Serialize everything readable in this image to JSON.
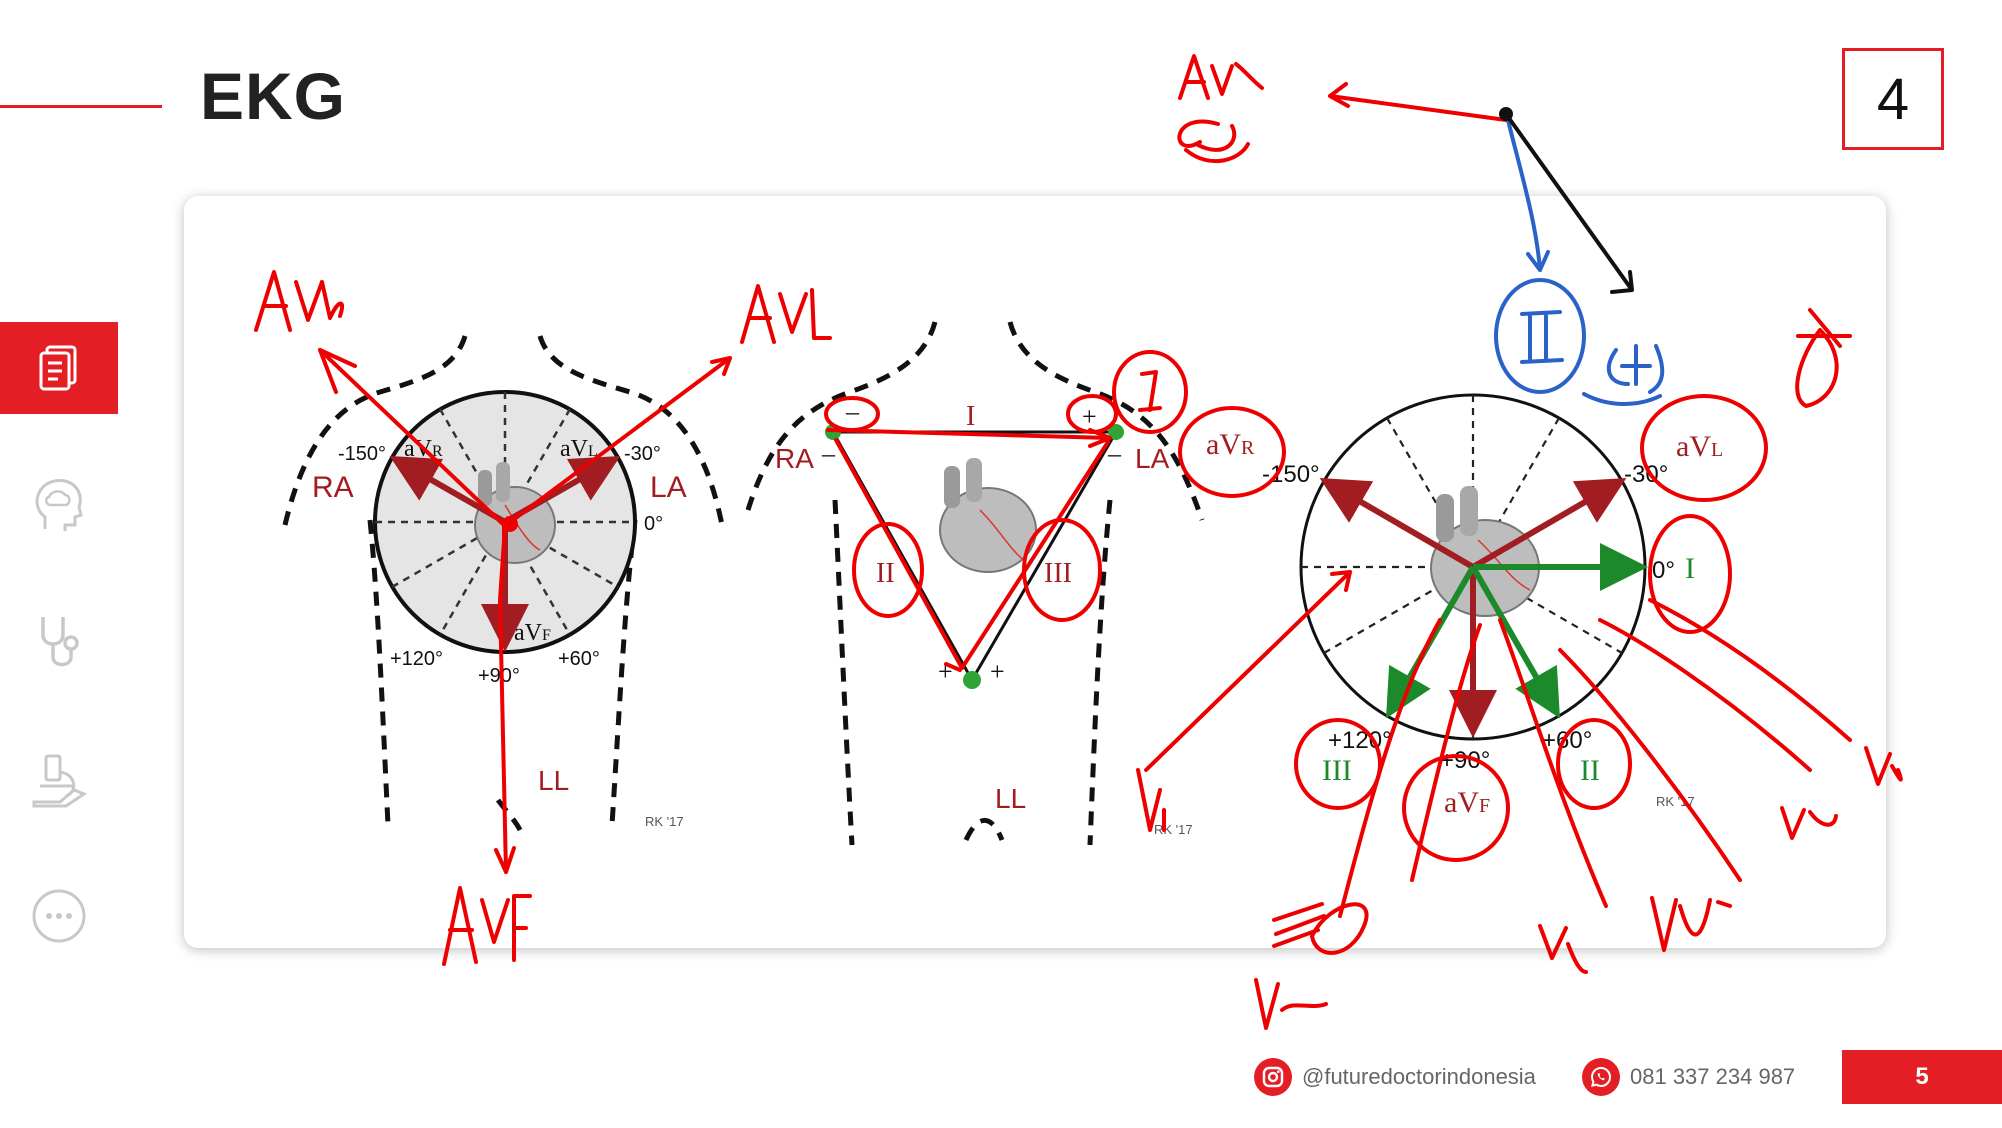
{
  "header": {
    "title": "EKG",
    "slide_number": "4"
  },
  "sidebar": {
    "items": [
      {
        "icon": "document-icon",
        "active": true
      },
      {
        "icon": "brain-head-icon",
        "active": false
      },
      {
        "icon": "stethoscope-icon",
        "active": false
      },
      {
        "icon": "microscope-icon",
        "active": false
      },
      {
        "icon": "more-icon",
        "active": false
      }
    ]
  },
  "diagram_left": {
    "limbs": {
      "ra": "RA",
      "la": "LA",
      "ll": "LL"
    },
    "angles": {
      "m150": "-150°",
      "m30": "-30°",
      "zero": "0°",
      "p120": "+120°",
      "p90": "+90°",
      "p60": "+60°"
    },
    "leads": {
      "avr_a": "a",
      "avr_v": "V",
      "avr_sub": "R",
      "avl_a": "a",
      "avl_v": "V",
      "avl_sub": "L",
      "avf": "aV",
      "avf_sub": "F"
    },
    "credit": "RK '17"
  },
  "diagram_middle": {
    "limbs": {
      "ra": "RA",
      "la": "LA",
      "ll": "LL"
    },
    "leads": {
      "i": "I",
      "ii": "II",
      "iii": "III"
    },
    "signs": {
      "minus": "–",
      "plus": "+"
    },
    "credit": "RK '17"
  },
  "diagram_right": {
    "angles": {
      "m150": "-150°",
      "m30": "-30°",
      "zero": "0°",
      "p120": "+120°",
      "p90": "+90°",
      "p60": "+60°"
    },
    "leads": {
      "i": "I",
      "ii": "II",
      "iii": "III",
      "avr": "aV",
      "avr_sub": "R",
      "avl": "aV",
      "avl_sub": "L",
      "avf": "aV",
      "avf_sub": "F"
    },
    "credit": "RK '17"
  },
  "annotations": {
    "avr_top": "AVR",
    "avl_top": "AVL",
    "avf_bottom": "AVF",
    "avr_mid": "AVR",
    "avr_minus": "(-)",
    "blue_two": "II",
    "blue_plus": "(+)",
    "lead_one": "I",
    "v1": "V1",
    "v2": "V2",
    "v3": "V3",
    "v4": "V4",
    "v5": "V5",
    "v6": "V6"
  },
  "footer": {
    "instagram": "@futuredoctorindonesia",
    "whatsapp": "081 337 234 987",
    "page": "5"
  },
  "colors": {
    "accent": "#e31e24",
    "lead_red": "#a11d21",
    "lead_green": "#1c8a2a",
    "ink_red": "#ee0000",
    "ink_blue": "#2a62c9"
  }
}
